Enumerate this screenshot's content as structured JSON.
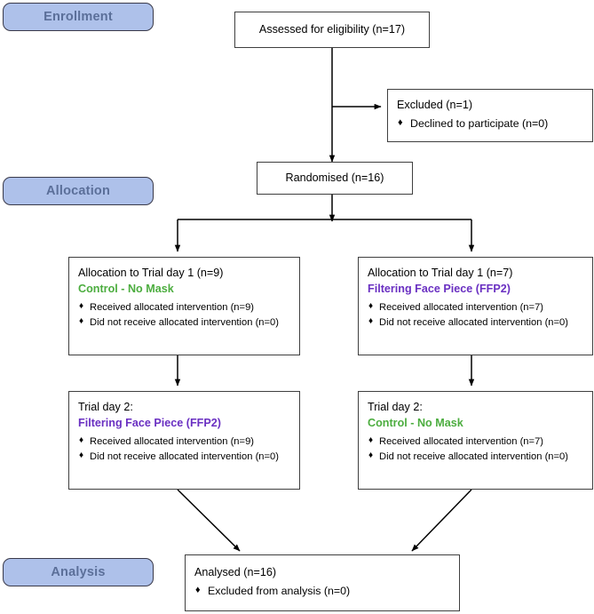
{
  "diagram": {
    "type": "consort-flow-diagram",
    "bullet_glyph": "♦",
    "colors": {
      "stage_pill_fill": "#aec1ea",
      "stage_pill_text": "#5b6f99",
      "control_arm": "#4cad3f",
      "ffp2_arm": "#6a30c2",
      "box_border": "#3f3f3f",
      "edge_line": "#000000"
    },
    "stages": [
      {
        "name": "enrollment",
        "label": "Enrollment"
      },
      {
        "name": "allocation",
        "label": "Allocation"
      },
      {
        "name": "analysis",
        "label": "Analysis"
      }
    ],
    "nodes": {
      "assessed": {
        "title": "Assessed for eligibility (n=17)"
      },
      "excluded": {
        "title": "Excluded (n=1)",
        "items": [
          "Declined to participate (n=0)"
        ]
      },
      "randomised": {
        "title": "Randomised (n=16)"
      },
      "alloc_left": {
        "title": "Allocation to Trial day 1 (n=9)",
        "arm": "Control - No Mask",
        "arm_color": "control",
        "items": [
          "Received allocated intervention (n=9)",
          "Did not receive allocated intervention (n=0)"
        ]
      },
      "alloc_right": {
        "title": "Allocation to Trial day 1 (n=7)",
        "arm": "Filtering Face Piece (FFP2)",
        "arm_color": "ffp2",
        "items": [
          "Received allocated intervention (n=7)",
          "Did not receive allocated intervention (n=0)"
        ]
      },
      "day2_left": {
        "title": "Trial day 2:",
        "arm": "Filtering Face Piece (FFP2)",
        "arm_color": "ffp2",
        "items": [
          "Received allocated intervention (n=9)",
          "Did not receive allocated intervention (n=0)"
        ]
      },
      "day2_right": {
        "title": "Trial day 2:",
        "arm": "Control - No Mask",
        "arm_color": "control",
        "items": [
          "Received allocated intervention (n=7)",
          "Did not receive allocated intervention (n=0)"
        ]
      },
      "analysed": {
        "title": "Analysed (n=16)",
        "items": [
          "Excluded from analysis (n=0)"
        ]
      }
    }
  }
}
